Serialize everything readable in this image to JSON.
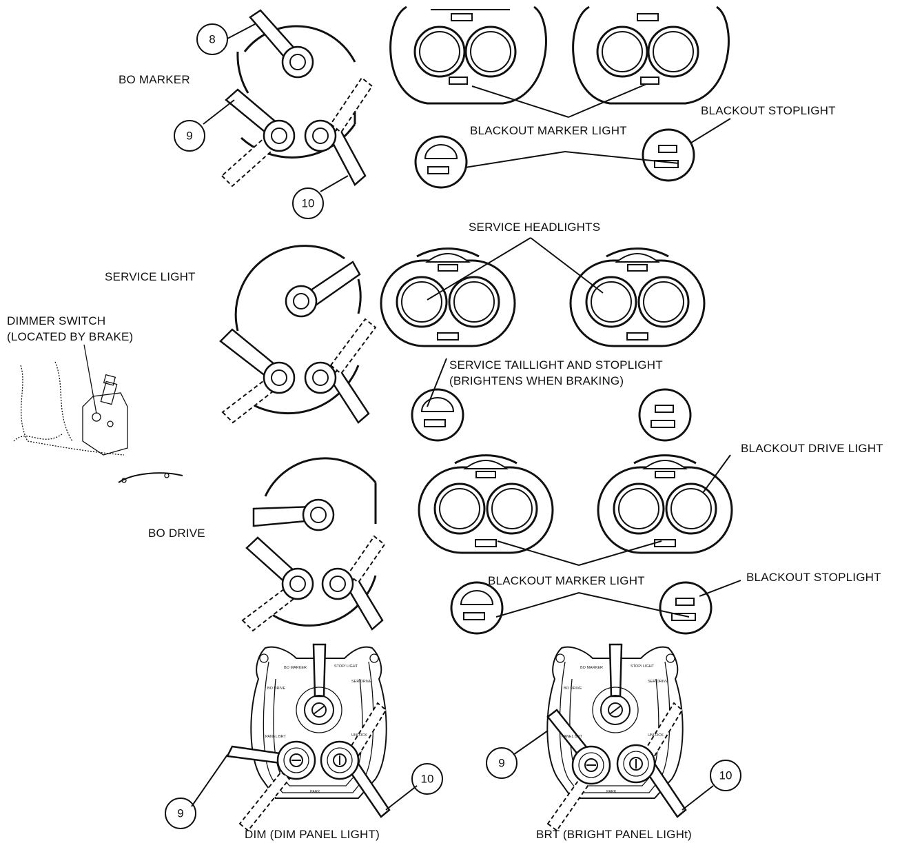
{
  "labels": {
    "bo_marker": "BO MARKER",
    "service_light": "SERVICE LIGHT",
    "bo_drive": "BO DRIVE",
    "dimmer_switch_line1": "DIMMER SWITCH",
    "dimmer_switch_line2": "(LOCATED BY BRAKE)",
    "blackout_marker_light_top": "BLACKOUT MARKER LIGHT",
    "blackout_stoplight_top": "BLACKOUT STOPLIGHT",
    "service_headlights": "SERVICE HEADLIGHTS",
    "service_taillight_line1": "SERVICE TAILLIGHT AND STOPLIGHT",
    "service_taillight_line2": "(BRIGHTENS WHEN BRAKING)",
    "blackout_drive_light": "BLACKOUT DRIVE LIGHT",
    "blackout_marker_light_bottom": "BLACKOUT MARKER LIGHT",
    "blackout_stoplight_bottom": "BLACKOUT STOPLIGHT",
    "dim_caption": "DIM (DIM PANEL LIGHT)",
    "brt_caption": "BRT (BRIGHT PANEL LIGHt)"
  },
  "callouts": {
    "c8": "8",
    "c9_top": "9",
    "c10_top": "10",
    "c9_dim": "9",
    "c10_dim": "10",
    "c9_brt": "9",
    "c10_brt": "10"
  },
  "panel_text": {
    "bo_marker": "BO MARKER",
    "stop_light": "STOP/ LIGHT",
    "ser_drive": "SER DRIVE",
    "bo_drive": "BO DRIVE",
    "panel_brt": "PANEL BRT",
    "unlock": "UNLOCK",
    "park": "PARK"
  }
}
